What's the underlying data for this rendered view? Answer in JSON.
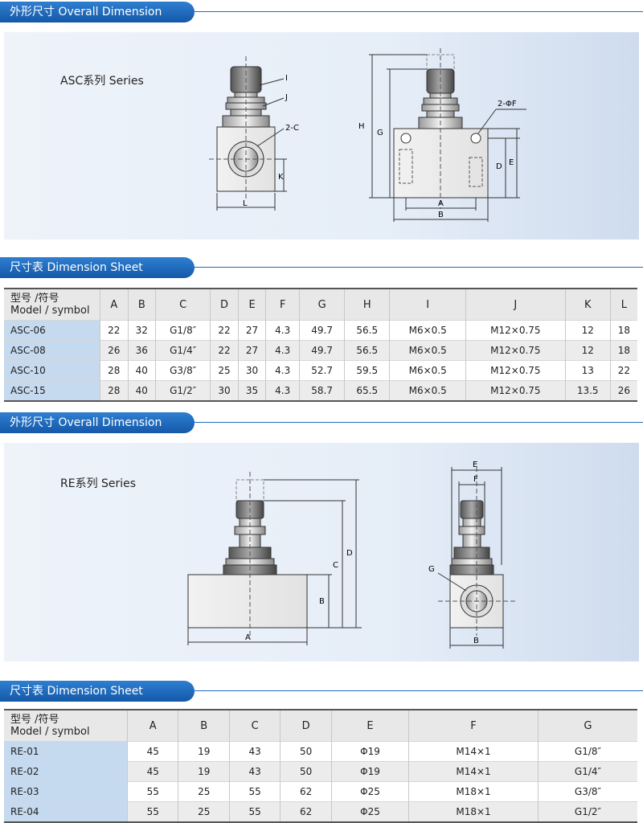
{
  "section1": {
    "header": "外形尺寸 Overall Dimension",
    "series": "ASC系列 Series"
  },
  "diagram1": {
    "labels": {
      "I": "I",
      "J": "J",
      "C": "2-C",
      "K": "K",
      "L": "L",
      "H": "H",
      "G": "G",
      "F": "2-ΦF",
      "D": "D",
      "E": "E",
      "A": "A",
      "B": "B"
    }
  },
  "table1": {
    "header": "尺寸表 Dimension Sheet",
    "model_label_cn": "型号 /符号",
    "model_label_en": "Model / symbol",
    "columns": [
      "A",
      "B",
      "C",
      "D",
      "E",
      "F",
      "G",
      "H",
      "I",
      "J",
      "K",
      "L"
    ],
    "rows": [
      {
        "model": "ASC-06",
        "values": [
          "22",
          "32",
          "G1/8″",
          "22",
          "27",
          "4.3",
          "49.7",
          "56.5",
          "M6×0.5",
          "M12×0.75",
          "12",
          "18"
        ]
      },
      {
        "model": "ASC-08",
        "values": [
          "26",
          "36",
          "G1/4″",
          "22",
          "27",
          "4.3",
          "49.7",
          "56.5",
          "M6×0.5",
          "M12×0.75",
          "12",
          "18"
        ]
      },
      {
        "model": "ASC-10",
        "values": [
          "28",
          "40",
          "G3/8″",
          "25",
          "30",
          "4.3",
          "52.7",
          "59.5",
          "M6×0.5",
          "M12×0.75",
          "13",
          "22"
        ]
      },
      {
        "model": "ASC-15",
        "values": [
          "28",
          "40",
          "G1/2″",
          "30",
          "35",
          "4.3",
          "58.7",
          "65.5",
          "M6×0.5",
          "M12×0.75",
          "13.5",
          "26"
        ]
      }
    ]
  },
  "section2": {
    "header": "外形尺寸 Overall Dimension",
    "series": "RE系列 Series"
  },
  "diagram2": {
    "labels": {
      "A": "A",
      "B": "B",
      "C": "C",
      "D": "D",
      "E": "E",
      "F": "F",
      "G": "G",
      "B2": "B"
    }
  },
  "table2": {
    "header": "尺寸表 Dimension Sheet",
    "model_label_cn": "型号 /符号",
    "model_label_en": "Model / symbol",
    "columns": [
      "A",
      "B",
      "C",
      "D",
      "E",
      "F",
      "G"
    ],
    "rows": [
      {
        "model": "RE-01",
        "values": [
          "45",
          "19",
          "43",
          "50",
          "Φ19",
          "M14×1",
          "G1/8″"
        ]
      },
      {
        "model": "RE-02",
        "values": [
          "45",
          "19",
          "43",
          "50",
          "Φ19",
          "M14×1",
          "G1/4″"
        ]
      },
      {
        "model": "RE-03",
        "values": [
          "55",
          "25",
          "55",
          "62",
          "Φ25",
          "M18×1",
          "G3/8″"
        ]
      },
      {
        "model": "RE-04",
        "values": [
          "55",
          "25",
          "55",
          "62",
          "Φ25",
          "M18×1",
          "G1/2″"
        ]
      }
    ]
  }
}
